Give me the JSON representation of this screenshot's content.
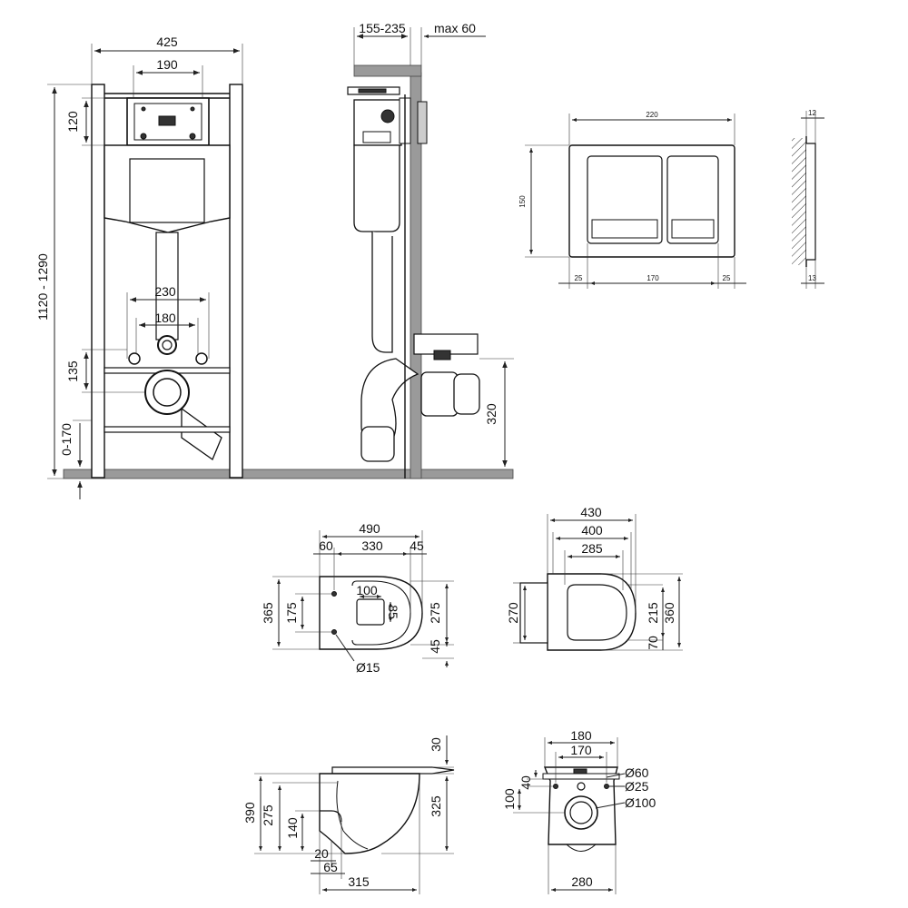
{
  "frame_front": {
    "width": "425",
    "plate_width": "190",
    "plate_height": "120",
    "height_range": "1120 - 1290",
    "stud_spacing": "230",
    "pipe_spacing": "180",
    "outlet_height": "135",
    "floor_adjust": "0-170"
  },
  "frame_side": {
    "depth": "155-235",
    "max_wall": "max 60",
    "outlet_height": "320"
  },
  "flush_plate": {
    "width": "220",
    "height": "150",
    "inner_width": "170",
    "margin_left": "25",
    "margin_right": "25",
    "thickness_top": "12",
    "thickness_bottom": "13"
  },
  "bowl_top": {
    "length": "490",
    "front_offset": "60",
    "middle": "330",
    "rear_offset": "45",
    "height": "365",
    "mount_spacing": "175",
    "hole_width": "100",
    "hole_height": "85",
    "inner_height": "275",
    "bottom_offset": "45",
    "hole_diameter": "Ø15"
  },
  "seat": {
    "width": "430",
    "inner_width": "400",
    "ring_width": "285",
    "left_height": "270",
    "ring_height": "215",
    "outer_height": "360",
    "bottom_offset": "70"
  },
  "bowl_side": {
    "top_offset": "30",
    "height": "390",
    "inner_height": "275",
    "rim_height": "325",
    "outlet_height": "140",
    "outlet_gap": "20",
    "outlet_offset": "65",
    "length": "315"
  },
  "bowl_rear": {
    "top_width": "180",
    "inner_width": "170",
    "depth": "40",
    "side_height": "100",
    "outlet_large": "Ø60",
    "outlet_small": "Ø25",
    "outlet_pipe": "Ø100",
    "bottom_width": "280"
  }
}
